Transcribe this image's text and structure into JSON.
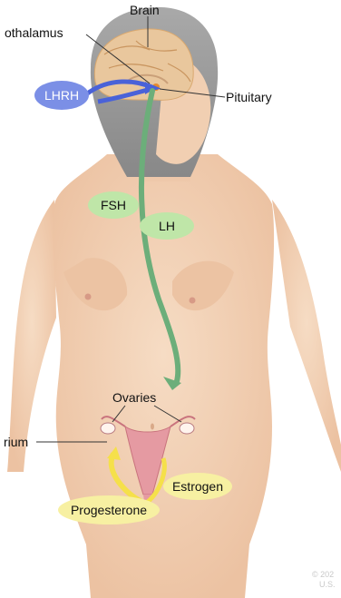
{
  "labels": {
    "brain": "Brain",
    "hypothalamus": "othalamus",
    "pituitary": "Pituitary",
    "ovaries": "Ovaries",
    "endometrium": "rium"
  },
  "hormones": {
    "lhrh": "LHRH",
    "fsh": "FSH",
    "lh": "LH",
    "estrogen": "Estrogen",
    "progesterone": "Progesterone"
  },
  "copyright": {
    "line1": "© 202",
    "line2": "U.S."
  },
  "colors": {
    "lhrh_badge": "#7b8fe6",
    "blue_arrow": "#4a62d8",
    "green_badge": "#bfe6a8",
    "green_arrow": "#6cae7a",
    "yellow_badge": "#f7f0a2",
    "yellow_arrow": "#f5e04a",
    "skin": "#f3d2b6",
    "hair": "#9a9a9a",
    "brain": "#e8c79d"
  }
}
